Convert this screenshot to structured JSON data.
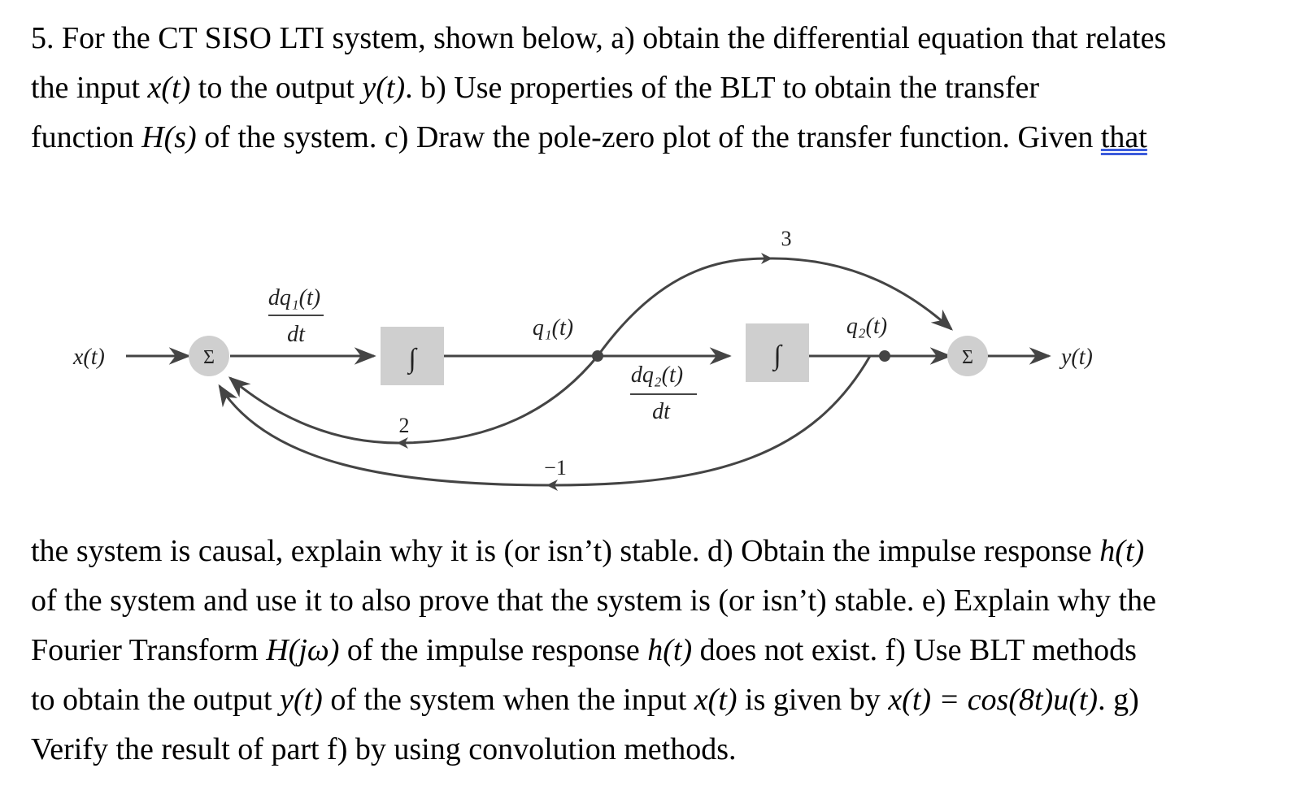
{
  "problem": {
    "number": "5.",
    "intro_lines": [
      "For the CT SISO LTI system, shown below, a) obtain the differential equation that relates",
      "the input x(t) to the output y(t). b) Use properties of the BLT to obtain the transfer",
      "function H(s) of the system. c) Draw the pole-zero plot of the transfer function.  Given that"
    ],
    "continuation_lines": [
      "the system is causal, explain why it is (or isn’t) stable. d) Obtain the impulse response h(t)",
      "of the system and use it to also prove that the system is (or isn’t) stable.  e) Explain why the",
      "Fourier Transform H(jω) of the impulse response h(t) does not exist.  f) Use BLT methods",
      "to obtain the output y(t) of the system when the input x(t) is given by x(t) = cos(8t)u(t). g)",
      "Verify the result of part f) by using convolution methods."
    ]
  },
  "text": {
    "l1a": "5. For the CT SISO LTI system, shown below, a) obtain the differential equation that relates",
    "l2a": "the input ",
    "l2x": "x(t)",
    "l2b": " to the output ",
    "l2y": "y(t)",
    "l2c": ".  b) Use properties of the BLT to obtain the transfer",
    "l3a": "function ",
    "l3h": "H(s)",
    "l3b": " of the system. c) Draw the pole-zero plot of the transfer function.  Given ",
    "l3c": "that",
    "l4a": "the system is causal, explain why it is (or isn’t) stable. d) Obtain the impulse response ",
    "l4h": "h(t)",
    "l5": "of the system and use it to also prove that the system is (or isn’t) stable.  e) Explain why the",
    "l6a": "Fourier Transform ",
    "l6H": "H(jω)",
    "l6b": " of the impulse response ",
    "l6h": "h(t)",
    "l6c": " does not exist.  f) Use BLT methods",
    "l7a": "to obtain the output ",
    "l7y": "y(t)",
    "l7b": " of the system when the input ",
    "l7x": "x(t)",
    "l7c": " is given by ",
    "l7eq": "x(t) = cos(8t)u(t)",
    "l7d": ". g)",
    "l8": "Verify the result of part f) by using convolution methods."
  },
  "diagram": {
    "input_label": "x(t)",
    "output_label": "y(t)",
    "sum_symbol": "Σ",
    "integrator_symbol": "∫",
    "dq1_num": "dq₁(t)",
    "dq1_den": "dt",
    "q1_label": "q₁(t)",
    "dq2_num": "dq₂(t)",
    "dq2_den": "dt",
    "q2_label": "q₂(t)",
    "gain_forward": "3",
    "gain_feedback_q1": "2",
    "gain_feedback_q2": "−1",
    "colors": {
      "line": "#444444",
      "block_fill": "#cfcfcf",
      "text": "#222222"
    }
  }
}
